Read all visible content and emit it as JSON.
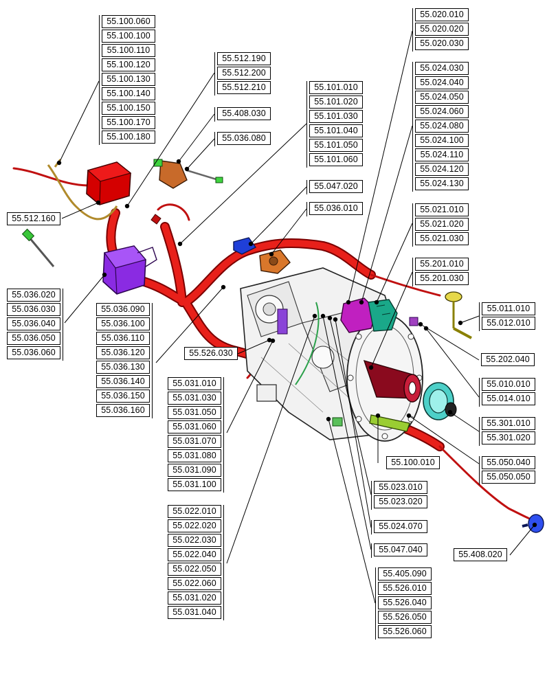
{
  "groups": {
    "g_100": [
      "55.100.060",
      "55.100.100",
      "55.100.110",
      "55.100.120",
      "55.100.130",
      "55.100.140",
      "55.100.150",
      "55.100.170",
      "55.100.180"
    ],
    "g_512a": [
      "55.512.190",
      "55.512.200",
      "55.512.210"
    ],
    "g_408": [
      "55.408.030"
    ],
    "g_036080": [
      "55.036.080"
    ],
    "g_101": [
      "55.101.010",
      "55.101.020",
      "55.101.030",
      "55.101.040",
      "55.101.050",
      "55.101.060"
    ],
    "g_047020": [
      "55.047.020"
    ],
    "g_036010": [
      "55.036.010"
    ],
    "g_020": [
      "55.020.010",
      "55.020.020",
      "55.020.030"
    ],
    "g_024": [
      "55.024.030",
      "55.024.040",
      "55.024.050",
      "55.024.060",
      "55.024.080",
      "55.024.100",
      "55.024.110",
      "55.024.120",
      "55.024.130"
    ],
    "g_021": [
      "55.021.010",
      "55.021.020",
      "55.021.030"
    ],
    "g_201": [
      "55.201.010",
      "55.201.030"
    ],
    "g_011": [
      "55.011.010",
      "55.012.010"
    ],
    "g_202": [
      "55.202.040"
    ],
    "g_010": [
      "55.010.010",
      "55.014.010"
    ],
    "g_301": [
      "55.301.010",
      "55.301.020"
    ],
    "g_050": [
      "55.050.040",
      "55.050.050"
    ],
    "g_408b": [
      "55.408.020"
    ],
    "g_512160": [
      "55.512.160"
    ],
    "g_036l": [
      "55.036.020",
      "55.036.030",
      "55.036.040",
      "55.036.050",
      "55.036.060"
    ],
    "g_036m": [
      "55.036.090",
      "55.036.100",
      "55.036.110",
      "55.036.120",
      "55.036.130",
      "55.036.140",
      "55.036.150",
      "55.036.160"
    ],
    "g_526030": [
      "55.526.030"
    ],
    "g_031": [
      "55.031.010",
      "55.031.030",
      "55.031.050",
      "55.031.060",
      "55.031.070",
      "55.031.080",
      "55.031.090",
      "55.031.100"
    ],
    "g_022": [
      "55.022.010",
      "55.022.020",
      "55.022.030",
      "55.022.040",
      "55.022.050",
      "55.022.060",
      "55.031.020",
      "55.031.040"
    ],
    "g_100010": [
      "55.100.010"
    ],
    "g_023": [
      "55.023.010",
      "55.023.020"
    ],
    "g_024070": [
      "55.024.070"
    ],
    "g_047040": [
      "55.047.040"
    ],
    "g_405": [
      "55.405.090",
      "55.526.010",
      "55.526.040",
      "55.526.050",
      "55.526.060"
    ]
  }
}
